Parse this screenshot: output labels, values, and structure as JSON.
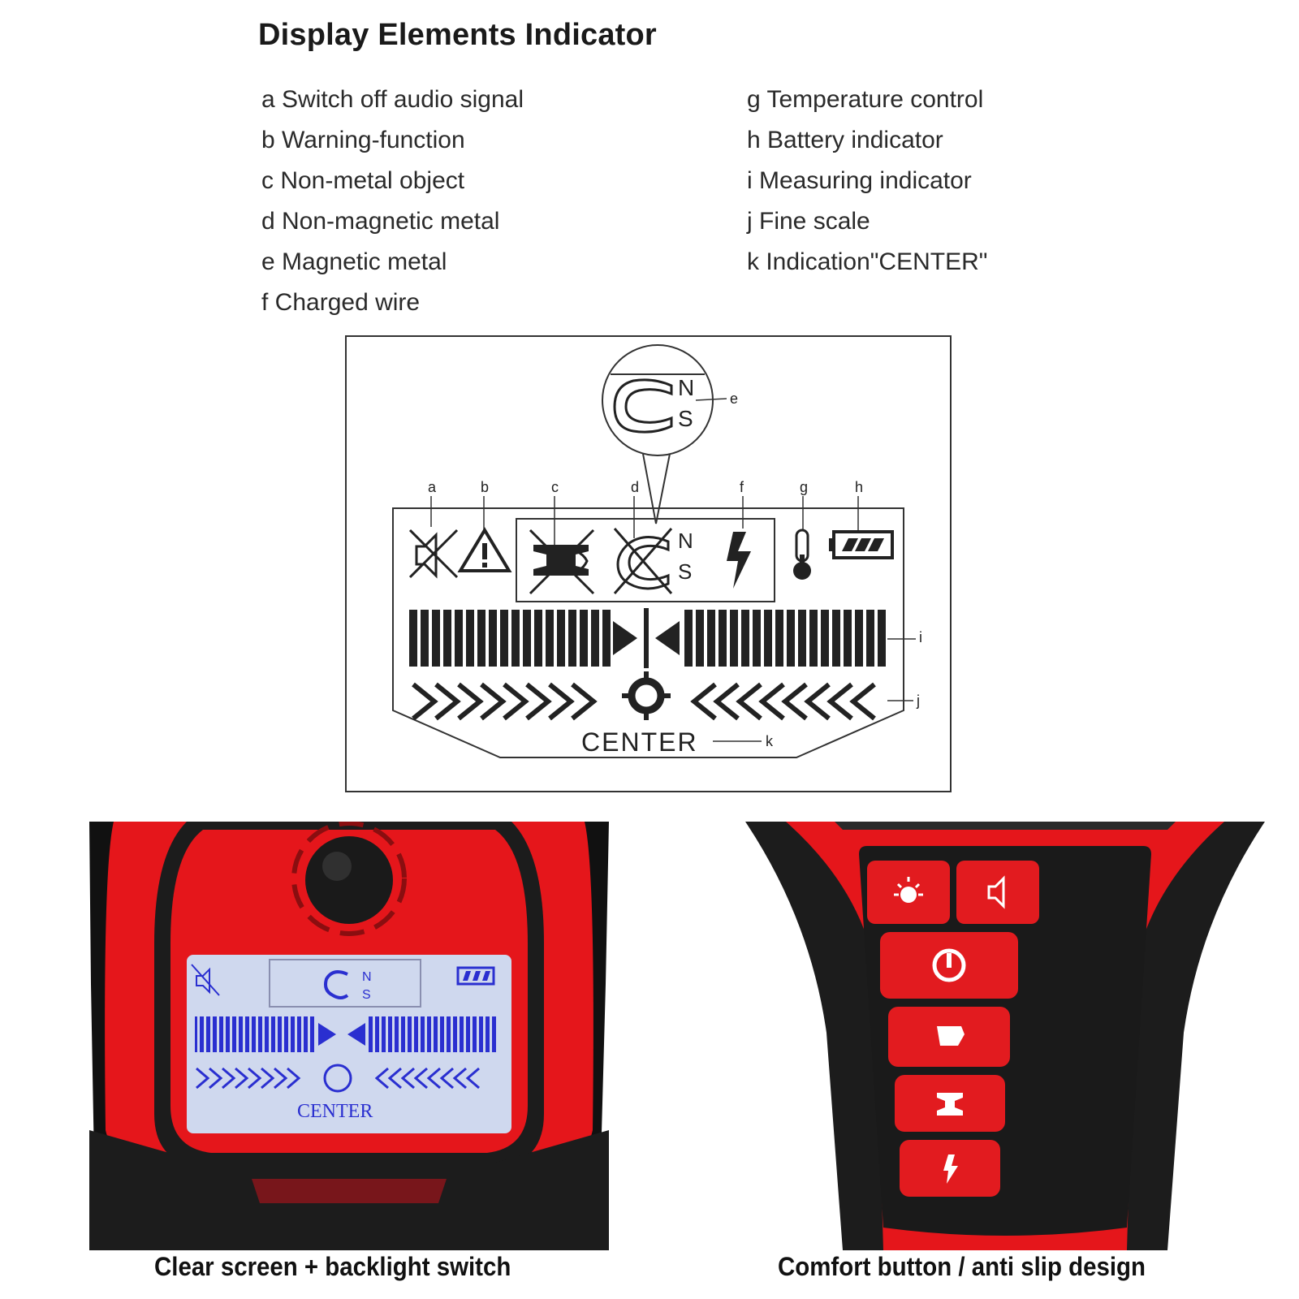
{
  "title": "Display Elements Indicator",
  "legend_left": [
    "a Switch off audio signal",
    "b Warning-function",
    "c Non-metal object",
    "d Non-magnetic metal",
    "e Magnetic metal",
    "f  Charged wire"
  ],
  "legend_right": [
    "g Temperature control",
    "h Battery indicator",
    "i  Measuring indicator",
    "j  Fine scale",
    "k Indication\"CENTER\""
  ],
  "diagram": {
    "letters": {
      "a": "a",
      "b": "b",
      "c": "c",
      "d": "d",
      "e": "e",
      "f": "f",
      "g": "g",
      "h": "h",
      "i": "i",
      "j": "j",
      "k": "k"
    },
    "north": "N",
    "south": "S",
    "center_label": "CENTER"
  },
  "photo_left": {
    "lcd_north": "N",
    "lcd_south": "S",
    "lcd_center": "CENTER"
  },
  "captions": {
    "left": "Clear screen + backlight switch",
    "right": "Comfort button / anti slip design"
  },
  "colors": {
    "device_red": "#e5161b",
    "device_black": "#1c1c1c",
    "lcd_bg": "#cfd8ee",
    "lcd_ink": "#2a2fd0"
  }
}
